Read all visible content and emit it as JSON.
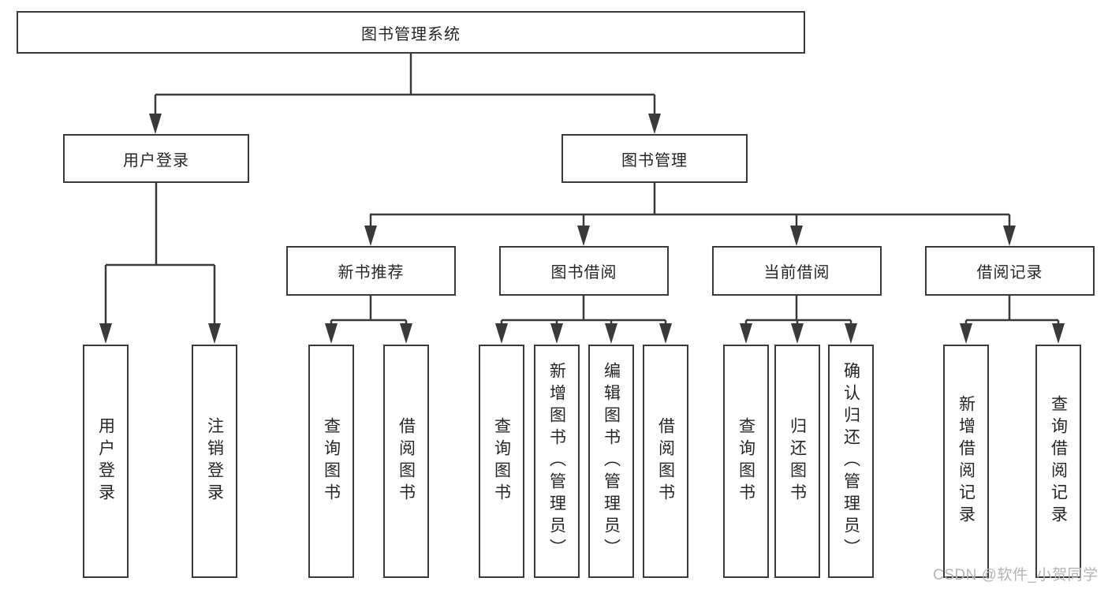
{
  "diagram_title": "图书管理系统",
  "level2": {
    "user_login": "用户登录",
    "book_management": "图书管理"
  },
  "level3": {
    "new_book_recommend": "新书推荐",
    "book_borrowing": "图书借阅",
    "current_borrowing": "当前借阅",
    "borrowing_records": "借阅记录"
  },
  "leaves": {
    "user_login": {
      "login": "用户登录",
      "logout": "注销登录"
    },
    "new_book_recommend": {
      "query_books": "查询图书",
      "borrow_books": "借阅图书"
    },
    "book_borrowing": {
      "query_books": "查询图书",
      "add_books_admin": "新增图书（管理员）",
      "edit_books_admin": "编辑图书（管理员）",
      "borrow_books": "借阅图书"
    },
    "current_borrowing": {
      "query_books": "查询图书",
      "return_books": "归还图书",
      "confirm_return_admin": "确认归还（管理员）"
    },
    "borrowing_records": {
      "add_record": "新增借阅记录",
      "query_record": "查询借阅记录"
    }
  },
  "watermark": "CSDN @软件_小贺同学",
  "colors": {
    "line": "#3a3a3a",
    "text": "#262626",
    "watermark": "#b4b4b4",
    "background": "#ffffff"
  }
}
